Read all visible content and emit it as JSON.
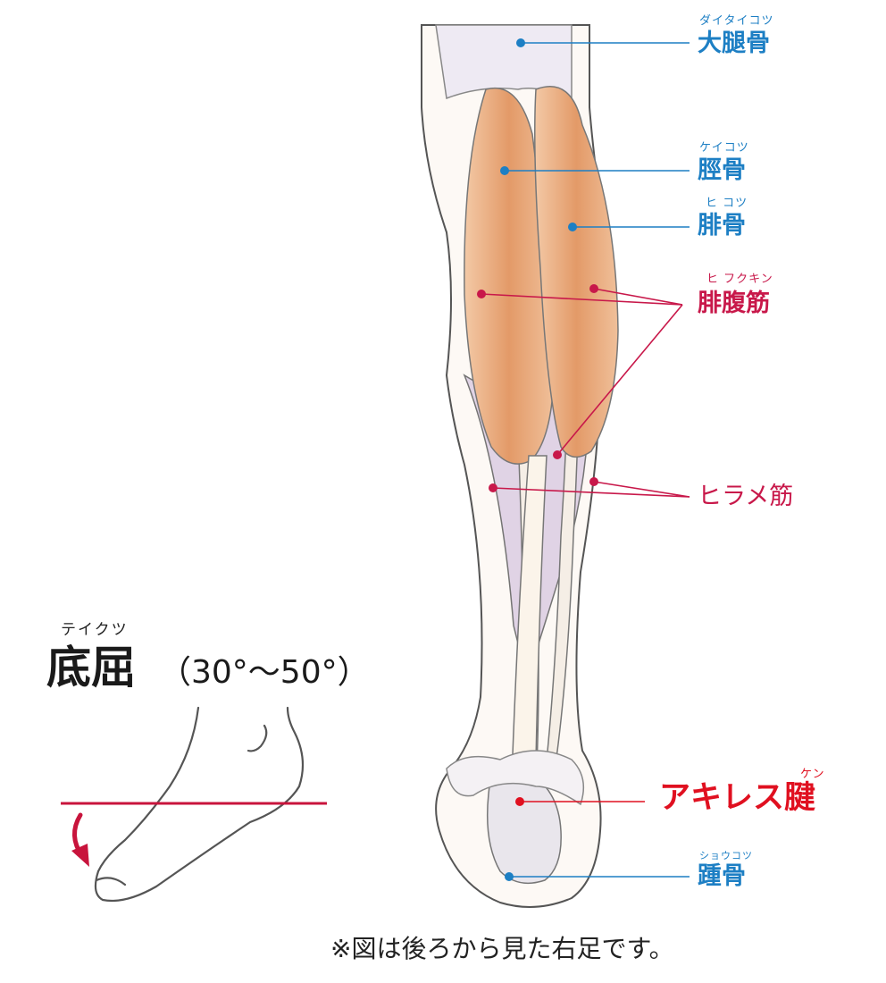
{
  "colors": {
    "bone_label": "#1d7fc4",
    "muscle_label": "#c8184a",
    "achilles_label": "#e01020",
    "muscle_fill": "#e8a67a",
    "soleus_fill": "#d9cbe0",
    "outline": "#555555"
  },
  "labels": {
    "femur": {
      "ruby": "ダイタイコツ",
      "name": "大腿骨"
    },
    "tibia": {
      "ruby": "ケイコツ",
      "name": "脛骨"
    },
    "fibula": {
      "ruby": "ヒ コツ",
      "name": "腓骨"
    },
    "gastrocnemius": {
      "ruby": "ヒ フクキン",
      "name": "腓腹筋"
    },
    "soleus": {
      "name": "ヒラメ筋"
    },
    "achilles": {
      "ruby": "ケン",
      "name": "アキレス腱"
    },
    "calcaneus": {
      "ruby": "ショウコツ",
      "name": "踵骨"
    }
  },
  "motion": {
    "title_ruby": "テイクツ",
    "title": "底屈",
    "range": "（30°〜50°）"
  },
  "footnote": "※図は後ろから見た右足です。"
}
